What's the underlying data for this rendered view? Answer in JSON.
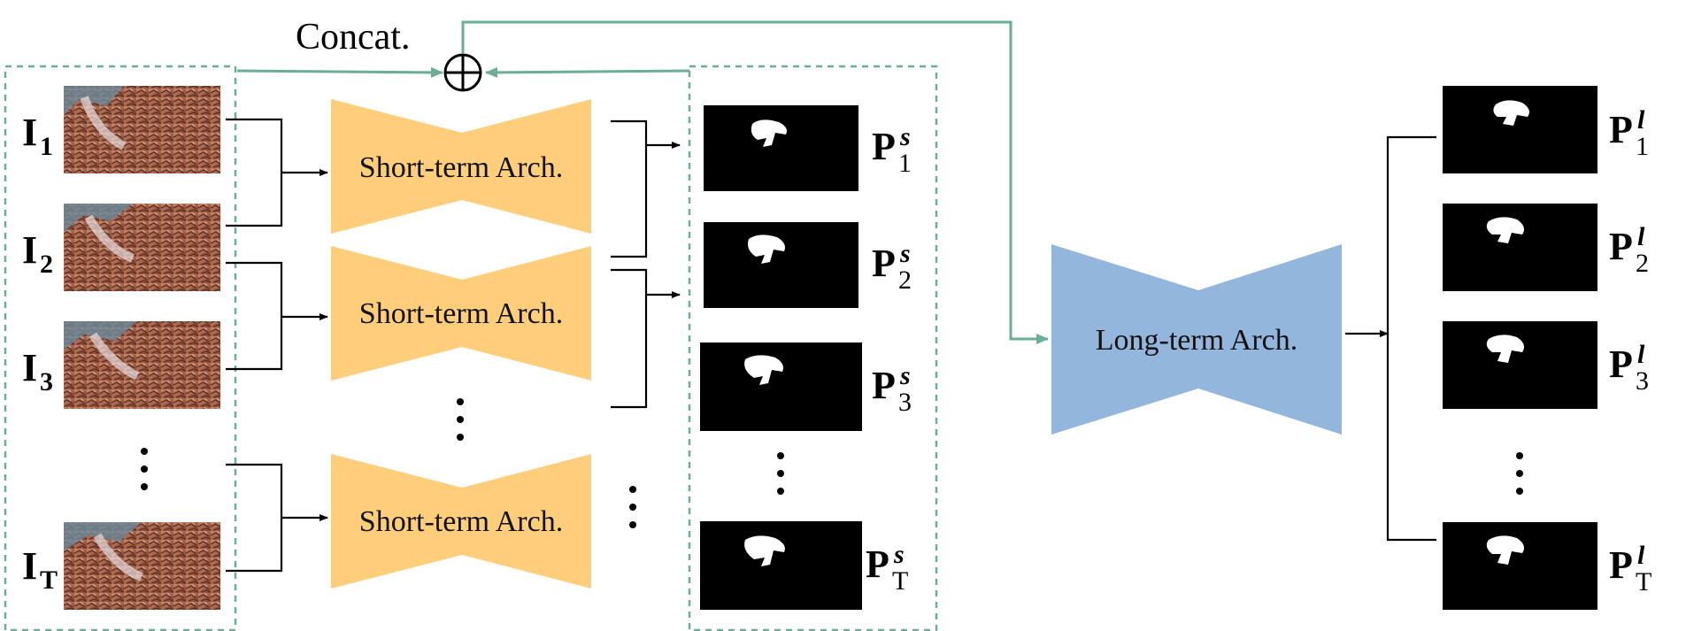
{
  "concat_label": "Concat.",
  "short_arch_label": "Short-term Arch.",
  "long_arch_label": "Long-term Arch.",
  "input_frames": [
    {
      "base": "I",
      "sub": "1"
    },
    {
      "base": "I",
      "sub": "2"
    },
    {
      "base": "I",
      "sub": "3"
    },
    {
      "base": "I",
      "sub": "T"
    }
  ],
  "short_preds": [
    {
      "base": "P",
      "sup": "s",
      "sub": "1"
    },
    {
      "base": "P",
      "sup": "s",
      "sub": "2"
    },
    {
      "base": "P",
      "sup": "s",
      "sub": "3"
    },
    {
      "base": "P",
      "sup": "s",
      "sub": "T"
    }
  ],
  "long_preds": [
    {
      "base": "P",
      "sup": "l",
      "sub": "1"
    },
    {
      "base": "P",
      "sup": "l",
      "sub": "2"
    },
    {
      "base": "P",
      "sup": "l",
      "sub": "3"
    },
    {
      "base": "P",
      "sup": "l",
      "sub": "T"
    }
  ],
  "colors": {
    "short_arch": "#FFCE7A",
    "long_arch": "#93B6DD",
    "concat_flow": "#6AAE95",
    "mask_bg": "#000000",
    "mask_fg": "#ffffff",
    "photo_base": "#a8644a"
  },
  "icons": {
    "concat": "circled-plus-icon",
    "ellipsis": "vertical-ellipsis-icon"
  }
}
